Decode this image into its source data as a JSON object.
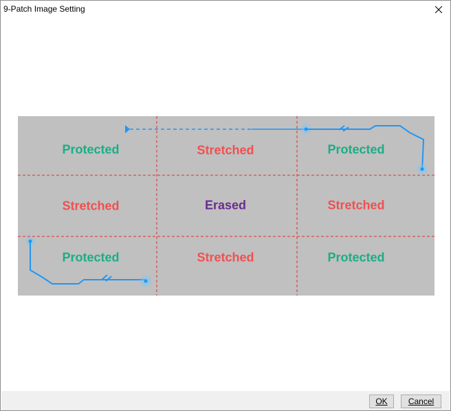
{
  "window": {
    "title": "9-Patch Image Setting"
  },
  "grid": {
    "colors": {
      "protected": "#1aae86",
      "stretched": "#f05050",
      "erased": "#6a2c8e",
      "background": "#c0c0c0",
      "guide_lines": "#e03030",
      "frame_line": "#2196f3"
    },
    "cells": [
      {
        "label": "Protected",
        "role": "protected"
      },
      {
        "label": "Stretched",
        "role": "stretched"
      },
      {
        "label": "Protected",
        "role": "protected"
      },
      {
        "label": "Stretched",
        "role": "stretched"
      },
      {
        "label": "Erased",
        "role": "erased"
      },
      {
        "label": "Stretched",
        "role": "stretched"
      },
      {
        "label": "Protected",
        "role": "protected"
      },
      {
        "label": "Stretched",
        "role": "stretched"
      },
      {
        "label": "Protected",
        "role": "protected"
      }
    ]
  },
  "footer": {
    "ok_label": "OK",
    "cancel_label": "Cancel"
  }
}
